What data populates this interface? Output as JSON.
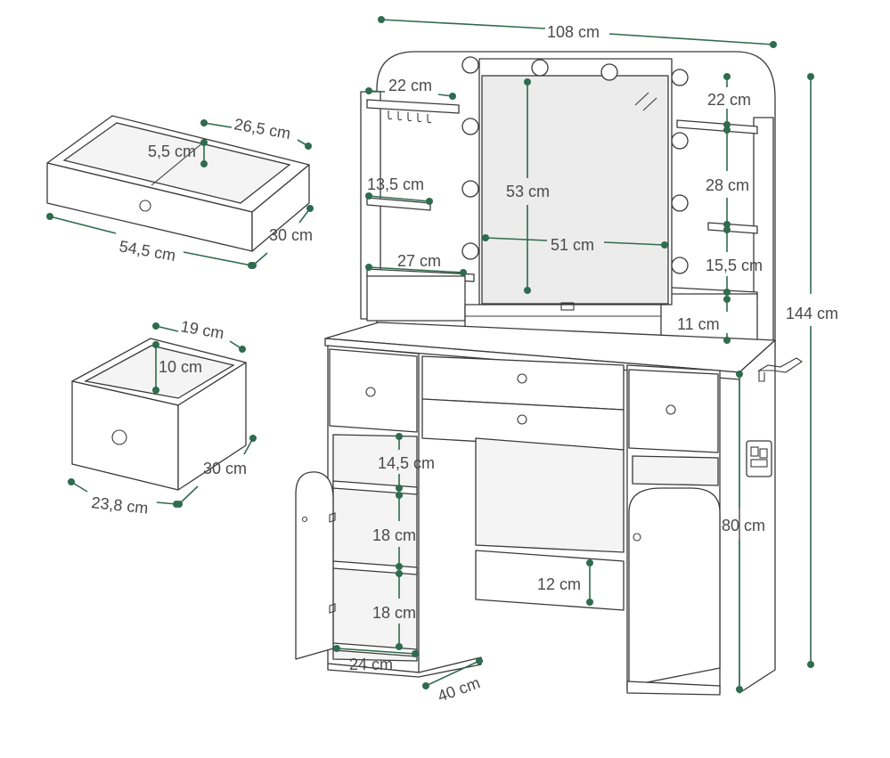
{
  "colors": {
    "dimension": "#2f6b4f",
    "outline": "#3a3a3a",
    "label": "#4a4a4a"
  },
  "labels": {
    "top_width": "108 cm",
    "shelf_left_top": "22 cm",
    "shelf_right_top": "22 cm",
    "mirror_height": "53 cm",
    "mirror_width": "51 cm",
    "left_shelf_gap": "13,5 cm",
    "right_shelf_gap": "28 cm",
    "left_shelf_depth": "27 cm",
    "right_low_gap": "15,5 cm",
    "right_box_height": "11 cm",
    "total_height": "144 cm",
    "desk_height": "80 cm",
    "cab_shelf_1": "14,5 cm",
    "cab_shelf_2": "18 cm",
    "cab_shelf_3": "18 cm",
    "cab_width": "24 cm",
    "cab_depth": "40 cm",
    "leg_panel": "12 cm",
    "big_drawer_width": "54,5 cm",
    "big_drawer_depth": "26,5 cm",
    "big_drawer_height": "5,5 cm",
    "big_drawer_front": "30 cm",
    "small_drawer_depth": "19 cm",
    "small_drawer_height": "10 cm",
    "small_drawer_width": "23,8 cm",
    "small_drawer_front": "30 cm"
  }
}
